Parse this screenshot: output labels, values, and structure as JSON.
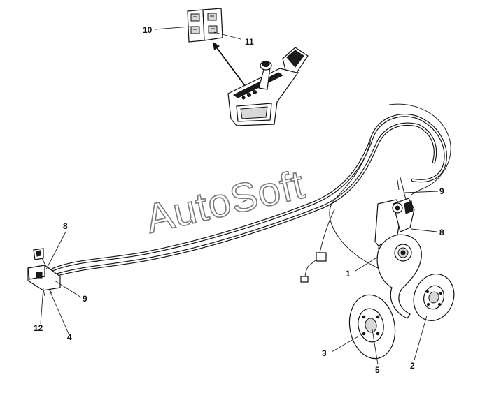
{
  "watermark": "AutoSoft",
  "callouts": {
    "c1": "1",
    "c2": "2",
    "c3": "3",
    "c4": "4",
    "c5": "5",
    "c8_left": "8",
    "c8_right": "8",
    "c9_left": "9",
    "c9_right": "9",
    "c10": "10",
    "c11": "11",
    "c12": "12"
  },
  "colors": {
    "line": "#111111",
    "watermark_stroke": "#7a7a7a",
    "background": "#ffffff"
  }
}
